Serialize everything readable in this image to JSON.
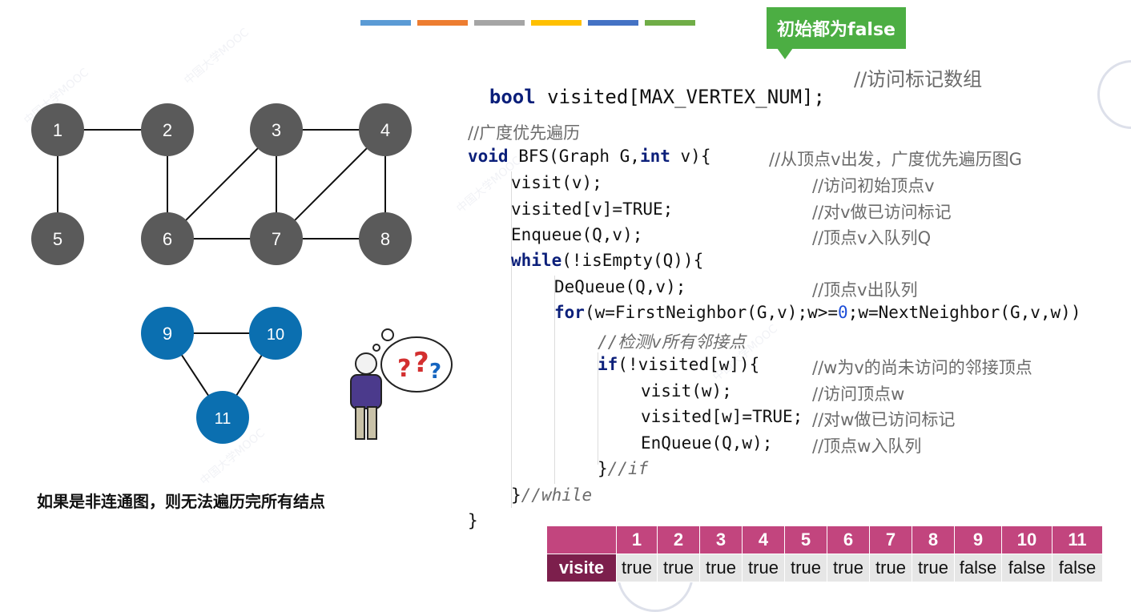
{
  "color_bars": [
    "#5b9bd5",
    "#ed7d31",
    "#a5a5a5",
    "#ffc000",
    "#4472c4",
    "#70ad47"
  ],
  "callout": {
    "text": "初始都为false",
    "color": "#4cae43"
  },
  "code": {
    "decl": {
      "kw": "bool",
      "rest": " visited[MAX_VERTEX_NUM];",
      "comment": "//访问标记数组"
    },
    "section_comment": "//广度优先遍历",
    "lines": [
      {
        "parts": [
          {
            "t": "void",
            "c": "kw"
          },
          {
            "t": " BFS(Graph G,"
          },
          {
            "t": "int",
            "c": "kw"
          },
          {
            "t": " v){"
          }
        ],
        "comment": "//从顶点v出发，广度优先遍历图G"
      },
      {
        "parts": [
          {
            "t": "visit(v);"
          }
        ],
        "comment": "//访问初始顶点v"
      },
      {
        "parts": [
          {
            "t": "visited[v]=TRUE;"
          }
        ],
        "comment": "//对v做已访问标记"
      },
      {
        "parts": [
          {
            "t": "Enqueue(Q,v);"
          }
        ],
        "comment": "//顶点v入队列Q"
      },
      {
        "parts": [
          {
            "t": "while",
            "c": "kw"
          },
          {
            "t": "(!isEmpty(Q)){"
          }
        ],
        "comment": ""
      },
      {
        "parts": [
          {
            "t": "DeQueue(Q,v);"
          }
        ],
        "comment": "//顶点v出队列"
      },
      {
        "parts": [
          {
            "t": "for",
            "c": "kw"
          },
          {
            "t": "(w=FirstNeighbor(G,v);w>="
          },
          {
            "t": "0",
            "c": "num"
          },
          {
            "t": ";w=NextNeighbor(G,v,w))"
          }
        ],
        "comment": ""
      },
      {
        "parts": [
          {
            "t": "//检测v所有邻接点",
            "c": "cmt"
          }
        ],
        "comment": ""
      },
      {
        "parts": [
          {
            "t": "if",
            "c": "kw"
          },
          {
            "t": "(!visited[w]){"
          }
        ],
        "comment": "//w为v的尚未访问的邻接顶点"
      },
      {
        "parts": [
          {
            "t": "visit(w);"
          }
        ],
        "comment": "//访问顶点w"
      },
      {
        "parts": [
          {
            "t": "visited[w]=TRUE;"
          }
        ],
        "comment": "//对w做已访问标记"
      },
      {
        "parts": [
          {
            "t": "EnQueue(Q,w);"
          }
        ],
        "comment": "//顶点w入队列"
      },
      {
        "parts": [
          {
            "t": "}"
          },
          {
            "t": "//if",
            "c": "cmt"
          }
        ],
        "comment": ""
      },
      {
        "parts": [
          {
            "t": "}"
          },
          {
            "t": "//while",
            "c": "cmt"
          }
        ],
        "comment": ""
      },
      {
        "parts": [
          {
            "t": "}"
          }
        ],
        "comment": ""
      }
    ]
  },
  "graph": {
    "nodes": [
      {
        "id": "1",
        "color": "#5a5a5a"
      },
      {
        "id": "2",
        "color": "#5a5a5a"
      },
      {
        "id": "3",
        "color": "#5a5a5a"
      },
      {
        "id": "4",
        "color": "#5a5a5a"
      },
      {
        "id": "5",
        "color": "#5a5a5a"
      },
      {
        "id": "6",
        "color": "#5a5a5a"
      },
      {
        "id": "7",
        "color": "#5a5a5a"
      },
      {
        "id": "8",
        "color": "#5a5a5a"
      },
      {
        "id": "9",
        "color": "#0b6fb0"
      },
      {
        "id": "10",
        "color": "#0b6fb0"
      },
      {
        "id": "11",
        "color": "#0b6fb0"
      }
    ],
    "edges": [
      [
        "1",
        "2"
      ],
      [
        "1",
        "5"
      ],
      [
        "2",
        "6"
      ],
      [
        "3",
        "4"
      ],
      [
        "3",
        "6"
      ],
      [
        "3",
        "7"
      ],
      [
        "4",
        "7"
      ],
      [
        "4",
        "8"
      ],
      [
        "6",
        "7"
      ],
      [
        "7",
        "8"
      ],
      [
        "9",
        "10"
      ],
      [
        "9",
        "11"
      ],
      [
        "10",
        "11"
      ]
    ]
  },
  "caption": "如果是非连通图，则无法遍历完所有结点",
  "visited_table": {
    "row_label": "visite",
    "headers": [
      "1",
      "2",
      "3",
      "4",
      "5",
      "6",
      "7",
      "8",
      "9",
      "10",
      "11"
    ],
    "values": [
      "true",
      "true",
      "true",
      "true",
      "true",
      "true",
      "true",
      "true",
      "false",
      "false",
      "false"
    ],
    "header_color": "#c2457e",
    "label_color": "#7c1f4c"
  }
}
